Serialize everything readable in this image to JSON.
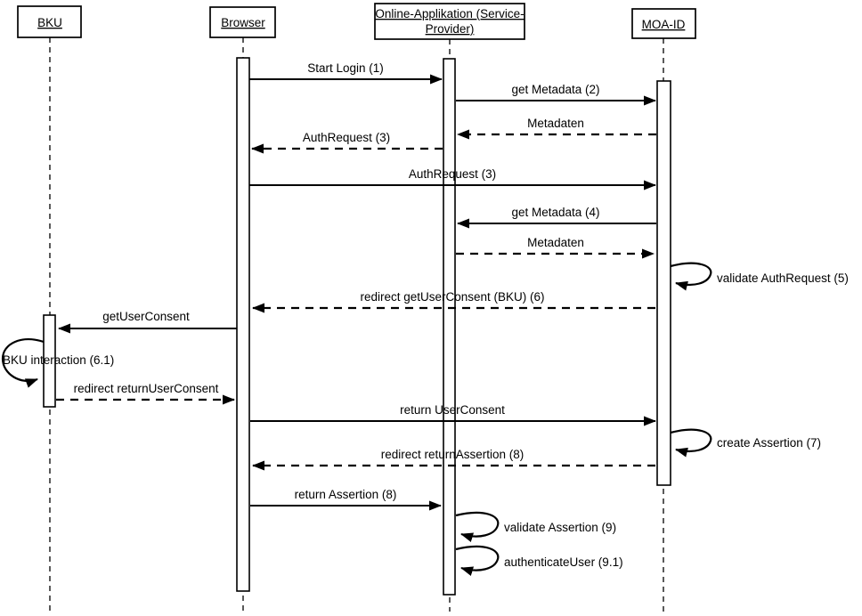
{
  "diagram": {
    "type": "sequence-diagram",
    "colors": {
      "line": "#000000",
      "background": "#ffffff",
      "text": "#000000"
    },
    "actors": [
      {
        "name": "BKU"
      },
      {
        "name": "Browser"
      },
      {
        "name": "Online-Applikation (Service-Provider)",
        "line1": "Online-Applikation (Service-",
        "line2": "Provider)"
      },
      {
        "name": "MOA-ID"
      }
    ],
    "messages": [
      {
        "label": "Start Login (1)",
        "from": "Browser",
        "to": "Online-Applikation (Service-Provider)",
        "style": "solid"
      },
      {
        "label": "get Metadata (2)",
        "from": "Online-Applikation (Service-Provider)",
        "to": "MOA-ID",
        "style": "solid"
      },
      {
        "label": "Metadaten",
        "from": "MOA-ID",
        "to": "Online-Applikation (Service-Provider)",
        "style": "dashed"
      },
      {
        "label": "AuthRequest (3)",
        "from": "Online-Applikation (Service-Provider)",
        "to": "Browser",
        "style": "dashed"
      },
      {
        "label": "AuthRequest (3)",
        "from": "Browser",
        "to": "MOA-ID",
        "style": "solid"
      },
      {
        "label": "get Metadata (4)",
        "from": "MOA-ID",
        "to": "Online-Applikation (Service-Provider)",
        "style": "solid"
      },
      {
        "label": "Metadaten",
        "from": "Online-Applikation (Service-Provider)",
        "to": "MOA-ID",
        "style": "dashed"
      },
      {
        "label": "validate AuthRequest (5)",
        "from": "MOA-ID",
        "to": "MOA-ID",
        "style": "self"
      },
      {
        "label": "redirect getUserConsent (BKU) (6)",
        "from": "MOA-ID",
        "to": "Browser",
        "style": "dashed"
      },
      {
        "label": "getUserConsent",
        "from": "Browser",
        "to": "BKU",
        "style": "solid"
      },
      {
        "label": "BKU interaction (6.1)",
        "from": "BKU",
        "to": "BKU",
        "style": "self"
      },
      {
        "label": "redirect returnUserConsent",
        "from": "BKU",
        "to": "Browser",
        "style": "dashed"
      },
      {
        "label": "return UserConsent",
        "from": "Browser",
        "to": "MOA-ID",
        "style": "solid"
      },
      {
        "label": "create Assertion (7)",
        "from": "MOA-ID",
        "to": "MOA-ID",
        "style": "self"
      },
      {
        "label": "redirect returnAssertion (8)",
        "from": "MOA-ID",
        "to": "Browser",
        "style": "dashed"
      },
      {
        "label": "return Assertion (8)",
        "from": "Browser",
        "to": "Online-Applikation (Service-Provider)",
        "style": "solid"
      },
      {
        "label": "validate Assertion (9)",
        "from": "Online-Applikation (Service-Provider)",
        "to": "Online-Applikation (Service-Provider)",
        "style": "self"
      },
      {
        "label": "authenticateUser (9.1)",
        "from": "Online-Applikation (Service-Provider)",
        "to": "Online-Applikation (Service-Provider)",
        "style": "self"
      }
    ]
  }
}
